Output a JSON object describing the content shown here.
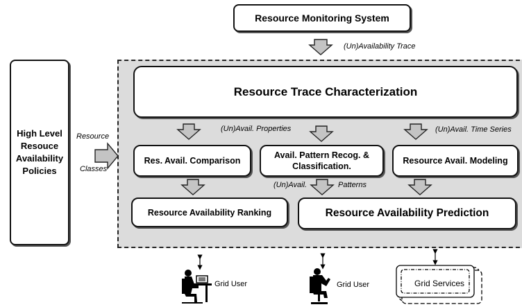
{
  "nodes": {
    "rms": "Resource Monitoring System",
    "policies": "High Level Resouce Availability Policies",
    "characterization": "Resource Trace Characterization",
    "comparison": "Res. Avail. Comparison",
    "pattern": "Avail. Pattern Recog. & Classification.",
    "modeling": "Resource Avail. Modeling",
    "ranking": "Resource Availability Ranking",
    "prediction": "Resource Availability Prediction"
  },
  "edge_labels": {
    "trace": "(Un)Availability Trace",
    "resource": "Resource",
    "classes": "Classes",
    "properties": "(Un)Avail.  Properties",
    "time_series": "(Un)Avail. Time Series",
    "patterns_a": "(Un)Avail.",
    "patterns_b": "Patterns"
  },
  "actors": {
    "user1": "Grid User",
    "user2": "Grid User",
    "services": "Grid Services"
  }
}
